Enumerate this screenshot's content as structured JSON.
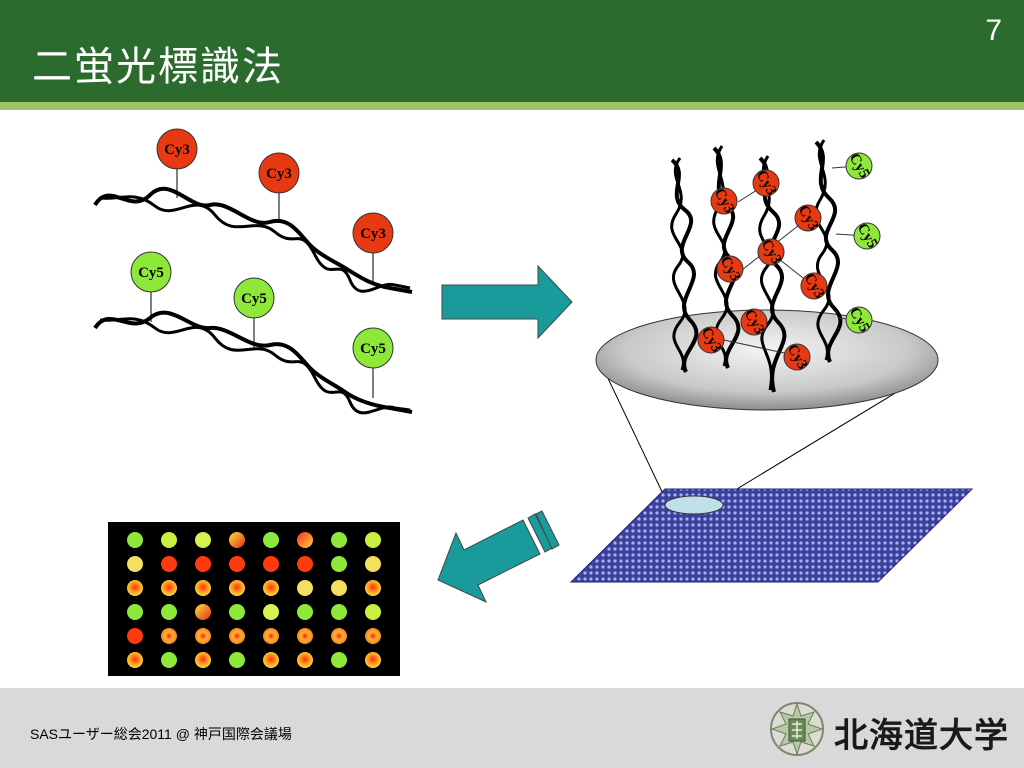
{
  "header": {
    "title": "二蛍光標識法",
    "page_number": "7"
  },
  "footer": {
    "event_text": "SASユーザー総会2011 @ 神戸国際会議場",
    "university_name": "北海道大学"
  },
  "labels": {
    "cy3": "Cy3",
    "cy5": "Cy5"
  },
  "colors": {
    "header_green": "#2b6b2e",
    "accent_light_green": "#9fc36b",
    "cy3_red": "#e83a12",
    "cy5_green": "#8ee83a",
    "arrow_teal": "#1a9b9b",
    "slide_blue": "#3b3f9e"
  },
  "microarray_grid": {
    "rows": 6,
    "columns": 8,
    "spots": [
      [
        "green",
        "lime",
        "yellowgreen",
        "mixed",
        "green",
        "redyellow",
        "green",
        "lime"
      ],
      [
        "yellow",
        "red",
        "red",
        "red",
        "red",
        "red",
        "green",
        "yellow"
      ],
      [
        "orange",
        "orange",
        "orange",
        "orange",
        "orange",
        "yellow",
        "yellow",
        "orange"
      ],
      [
        "green",
        "green",
        "mixed",
        "green",
        "yellowgreen",
        "green",
        "green",
        "lime"
      ],
      [
        "red",
        "core",
        "core",
        "core",
        "core",
        "core",
        "core",
        "core"
      ],
      [
        "orange",
        "green",
        "orange",
        "green",
        "orange",
        "orange",
        "green",
        "orange"
      ]
    ]
  }
}
